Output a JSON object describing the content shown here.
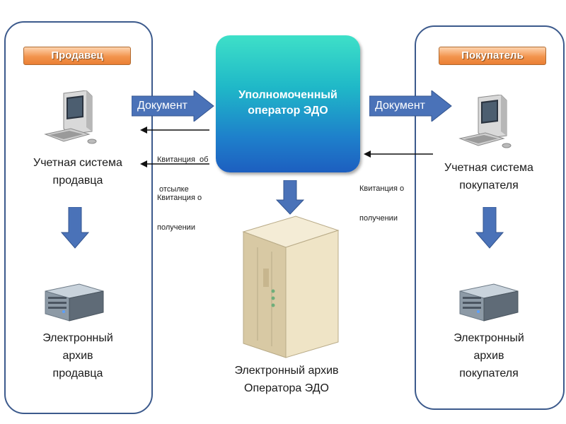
{
  "seller": {
    "badge": "Продавец",
    "system_line1": "Учетная система",
    "system_line2": "продавца",
    "archive_line1": "Электронный",
    "archive_line2": "архив",
    "archive_line3": "продавца"
  },
  "buyer": {
    "badge": "Покупатель",
    "system_line1": "Учетная система",
    "system_line2": "покупателя",
    "archive_line1": "Электронный",
    "archive_line2": "архив",
    "archive_line3": "покупателя"
  },
  "operator": {
    "line1": "Уполномоченный",
    "line2": "оператор ЭДО",
    "archive_line1": "Электронный архив",
    "archive_line2": "Оператора ЭДО"
  },
  "flows": {
    "document_to_operator": "Документ",
    "document_to_buyer": "Документ",
    "receipt_sent_line1": "Квитанция  об",
    "receipt_sent_line2": " отсылке",
    "receipt_received_seller_line1": "Квитанция о",
    "receipt_received_seller_line2": "получении",
    "receipt_received_buyer_line1": "Квитанция о",
    "receipt_received_buyer_line2": "получении"
  },
  "colors": {
    "panel_border": "#3c5a8c",
    "badge": "#f2944d",
    "arrow_fill": "#4a72b8",
    "operator_top": "#3ee0c8",
    "operator_bottom": "#1d5fc0"
  }
}
